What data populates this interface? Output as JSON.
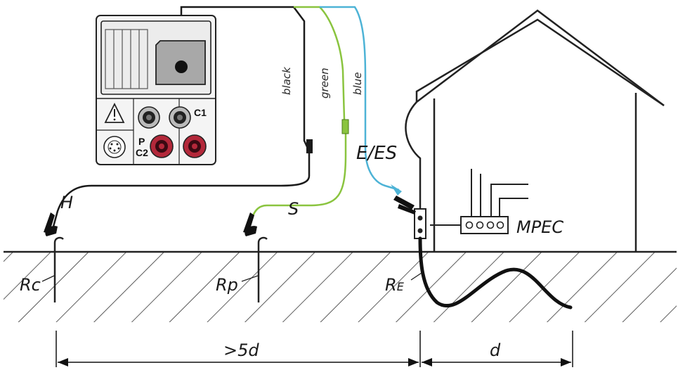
{
  "colors": {
    "black_wire": "#1a1a1a",
    "green_wire": "#8ac43f",
    "blue_wire": "#4db3d6",
    "device_gray": "#a8a8a8",
    "socket_red": "#b3283a",
    "ground_line": "#222222"
  },
  "wires": {
    "black": "black",
    "green": "green",
    "blue": "blue"
  },
  "probes": {
    "h": "H",
    "s": "S",
    "e_es": "E/ES"
  },
  "device": {
    "c1": "C1",
    "p": "P",
    "c2": "C2",
    "warning_icon": "warning-triangle-icon",
    "connector_icon": "din-connector-icon"
  },
  "resistances": {
    "rc": "Rc",
    "rp": "Rp",
    "re_main": "R",
    "re_sub": "E"
  },
  "building": {
    "mpec": "MPEC"
  },
  "dimensions": {
    "far": ">5d",
    "near": "d"
  }
}
